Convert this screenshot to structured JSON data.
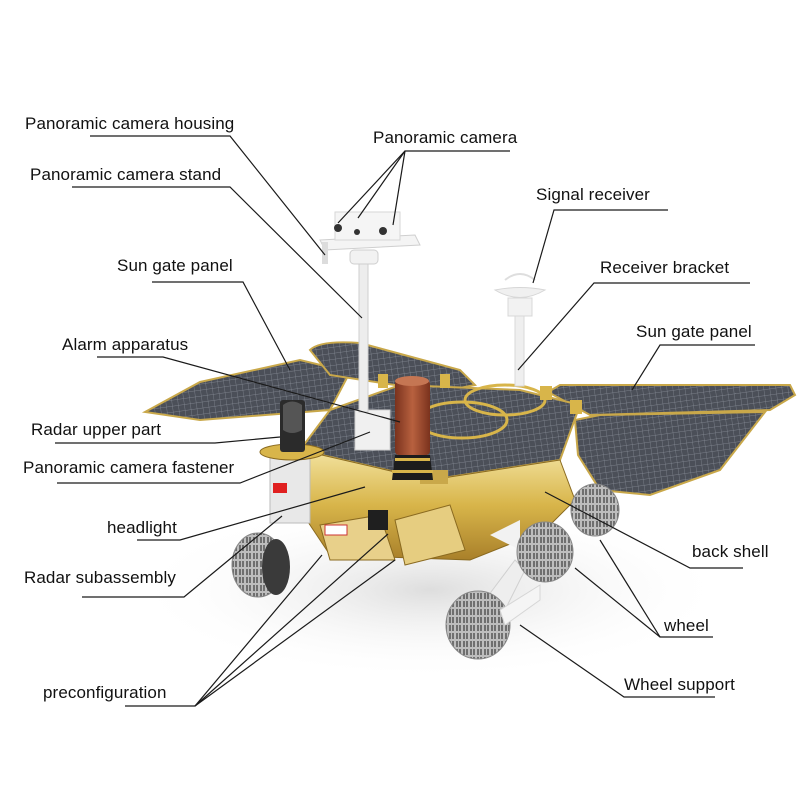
{
  "diagram": {
    "subject": "Mars rover model (exploded labeled view)",
    "background": "#ffffff",
    "colors": {
      "gold_body": "#d8b54a",
      "gold_dark": "#a9802a",
      "gold_light": "#f3e3a0",
      "solar_panel": "#4b4f58",
      "solar_grid": "#8a8f99",
      "white_parts": "#eeeeee",
      "copper_alarm": "#9c4a2e",
      "wheel_gray": "#8c8c8c",
      "flag_red": "#e02020",
      "leader_line": "#1a1a1a",
      "label_text": "#111111"
    },
    "labels": [
      {
        "id": "panoramic-camera-housing",
        "text": "Panoramic camera housing"
      },
      {
        "id": "panoramic-camera",
        "text": "Panoramic camera"
      },
      {
        "id": "panoramic-camera-stand",
        "text": "Panoramic camera stand"
      },
      {
        "id": "signal-receiver",
        "text": "Signal receiver"
      },
      {
        "id": "sun-gate-panel-left",
        "text": "Sun gate panel"
      },
      {
        "id": "receiver-bracket",
        "text": "Receiver bracket"
      },
      {
        "id": "sun-gate-panel-right",
        "text": "Sun gate panel"
      },
      {
        "id": "alarm-apparatus",
        "text": "Alarm apparatus"
      },
      {
        "id": "radar-upper-part",
        "text": "Radar upper part"
      },
      {
        "id": "panoramic-camera-fastener",
        "text": "Panoramic camera fastener"
      },
      {
        "id": "headlight",
        "text": "headlight"
      },
      {
        "id": "radar-subassembly",
        "text": "Radar subassembly"
      },
      {
        "id": "back-shell",
        "text": "back shell"
      },
      {
        "id": "wheel",
        "text": "wheel"
      },
      {
        "id": "wheel-support",
        "text": "Wheel support"
      },
      {
        "id": "preconfiguration",
        "text": "preconfiguration"
      }
    ]
  }
}
